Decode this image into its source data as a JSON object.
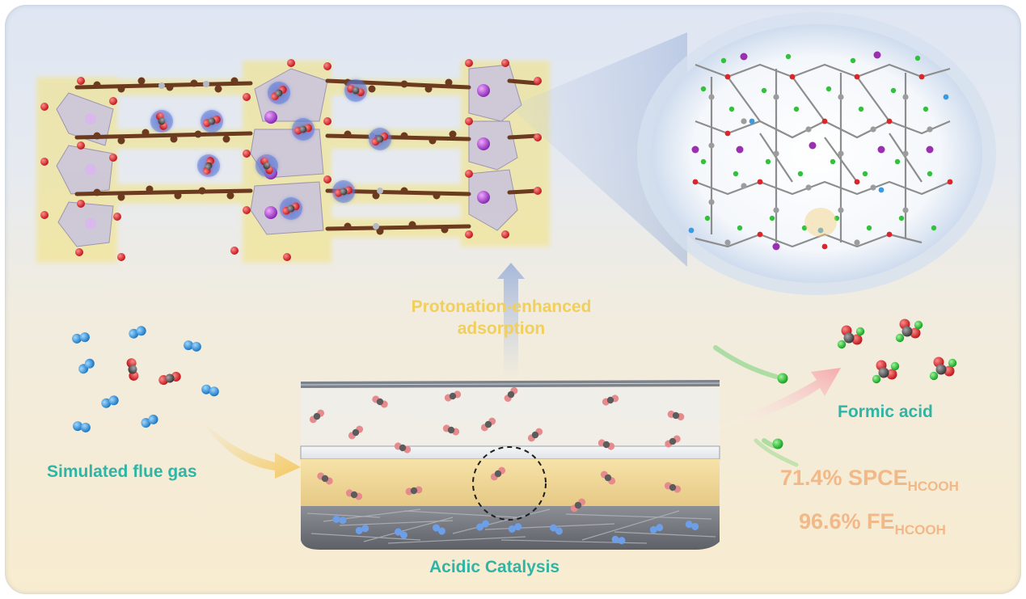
{
  "labels": {
    "flue_gas": "Simulated flue gas",
    "protonation": "Protonation-enhanced adsorption",
    "formic_acid": "Formic acid",
    "acidic_catalysis": "Acidic Catalysis",
    "spce_value": "71.4% SPCE",
    "spce_sub": "HCOOH",
    "fe_value": "96.6% FE",
    "fe_sub": "HCOOH"
  },
  "colors": {
    "accent_teal": "#2fb5a5",
    "accent_yellow": "#f1cf5d",
    "accent_peach": "#f2b887",
    "oxygen_red": "#d9262a",
    "carbon_gray": "#5a5a5a",
    "nitrogen_blue": "#3a9be0",
    "framework_brown": "#7a4a2a",
    "metal_purple": "#a040c8",
    "hydrogen_green": "#2fc23a"
  }
}
